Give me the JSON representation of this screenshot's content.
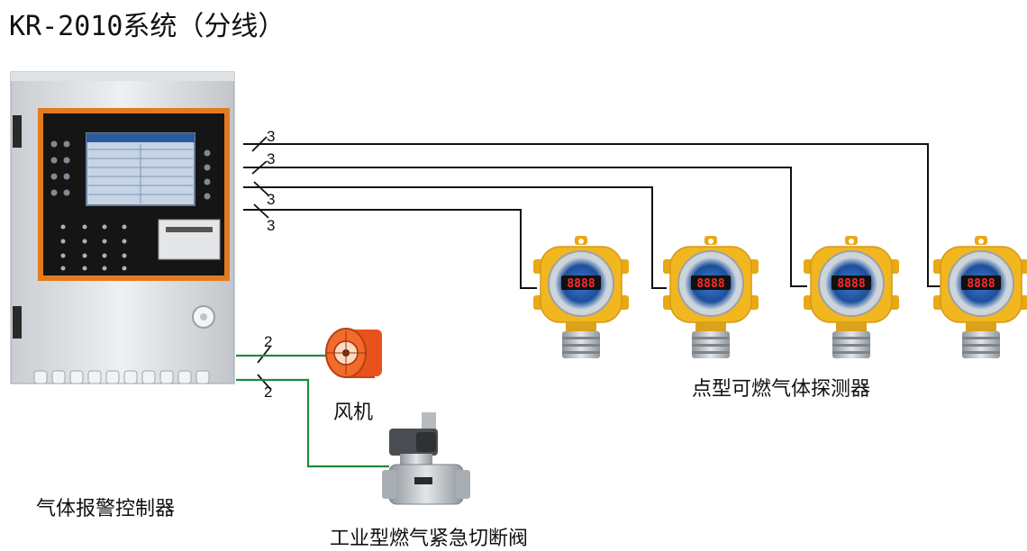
{
  "title": "KR-2010系统（分线）",
  "wires": {
    "detector_count_1": "3",
    "detector_count_2": "3",
    "detector_count_3": "3",
    "detector_count_4": "3",
    "fan_count": "2",
    "valve_count": "2"
  },
  "labels": {
    "controller": "气体报警控制器",
    "fan": "风机",
    "valve": "工业型燃气紧急切断阀",
    "detectors": "点型可燃气体探测器"
  },
  "detector_display": "8888",
  "colors": {
    "signal_wire": "#111111",
    "output_wire": "#1e8c3a",
    "detector_body": "#f2b61f",
    "controller_frame": "#e37b1e",
    "fan": "#e8531c"
  }
}
